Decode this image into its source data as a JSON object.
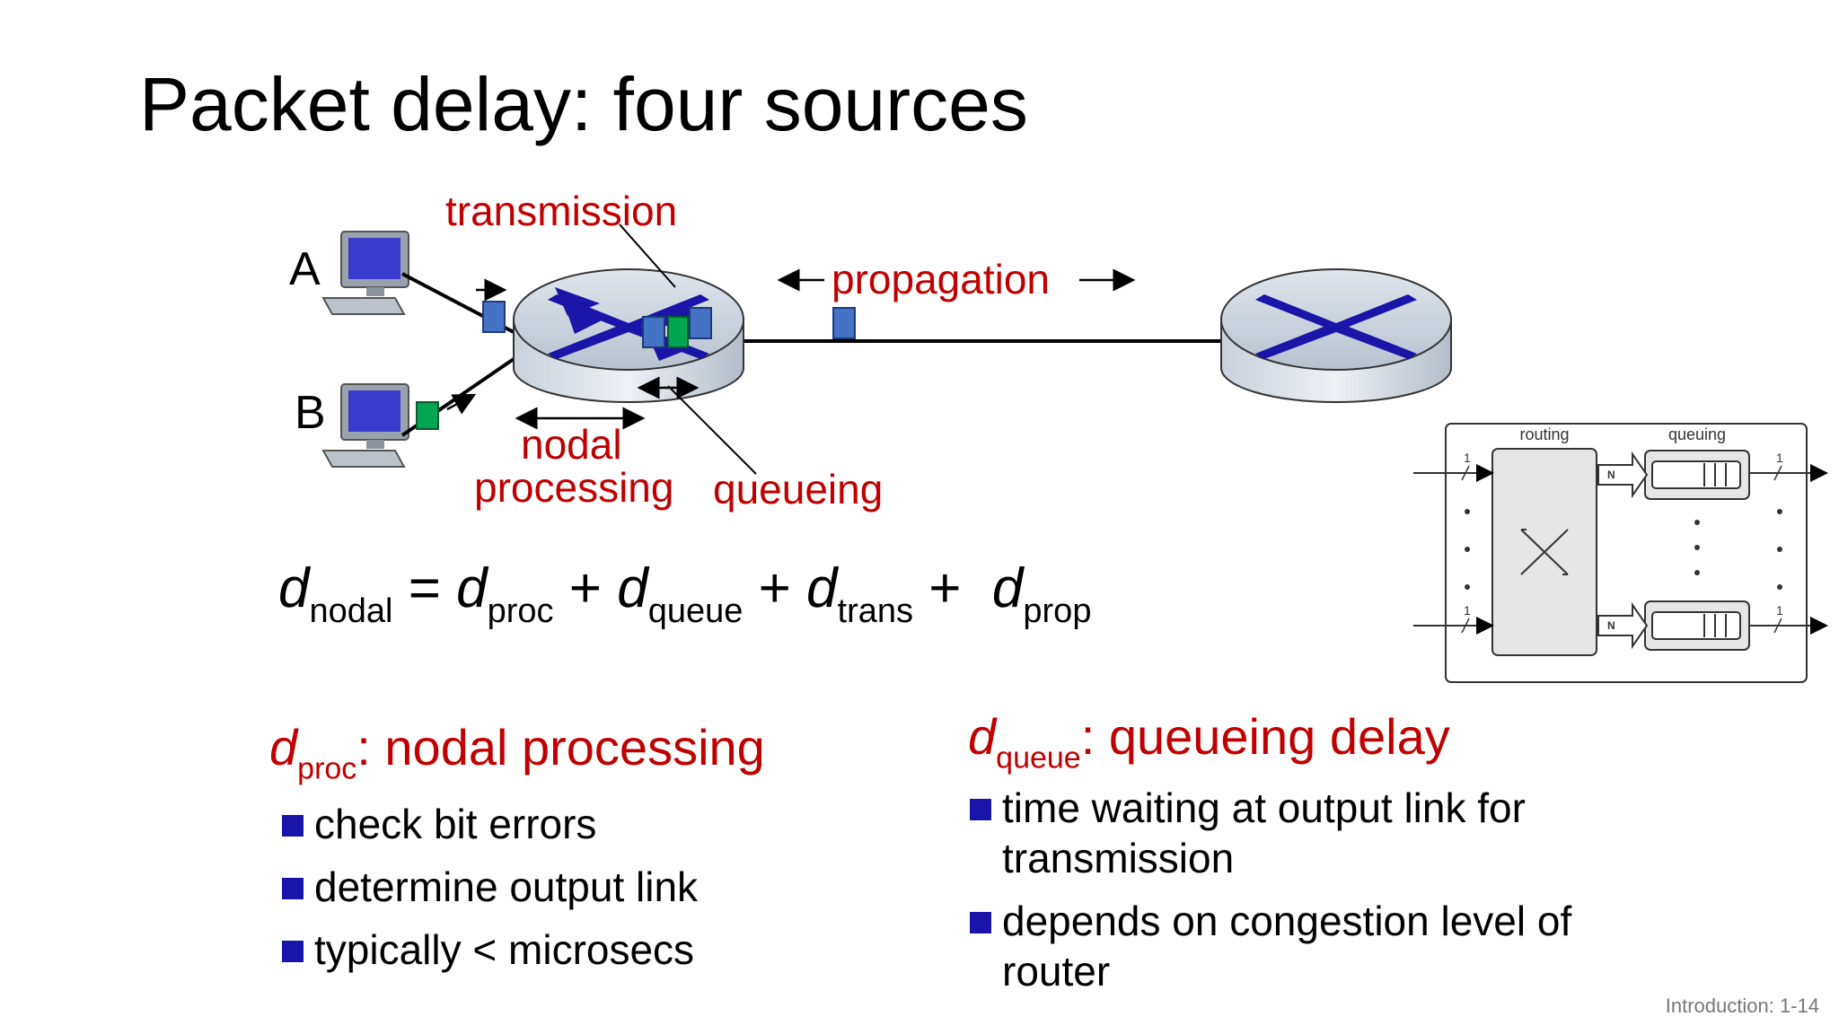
{
  "title": "Packet delay: four sources",
  "labels": {
    "transmission": "transmission",
    "propagation": "propagation",
    "nodal_line1": "nodal",
    "nodal_line2": "processing",
    "queueing": "queueing",
    "host_a": "A",
    "host_b": "B"
  },
  "formula": {
    "d": "d",
    "nodal": "nodal",
    "eq": " = ",
    "proc": "proc",
    "plus": " + ",
    "queue": "queue",
    "trans": "trans",
    "plus2": " +  ",
    "prop": "prop"
  },
  "router_diagram": {
    "routing": "routing",
    "queuing": "queuing",
    "one": "1",
    "n": "N"
  },
  "sections": {
    "proc": {
      "d": "d",
      "sub": "proc",
      "heading": ": nodal processing",
      "bullets": [
        "check bit errors",
        "determine output link",
        "typically < microsecs"
      ]
    },
    "queue": {
      "d": "d",
      "sub": "queue",
      "heading": ": queueing delay",
      "bullets": [
        "time waiting at output link for",
        "transmission",
        "depends on congestion level of",
        "router"
      ]
    }
  },
  "colors": {
    "accent_red": "#c00000",
    "bullet_blue": "#1a14a8",
    "packet_blue": "#4472c4",
    "packet_green": "#00a651"
  },
  "footer": "Introduction: 1-14"
}
